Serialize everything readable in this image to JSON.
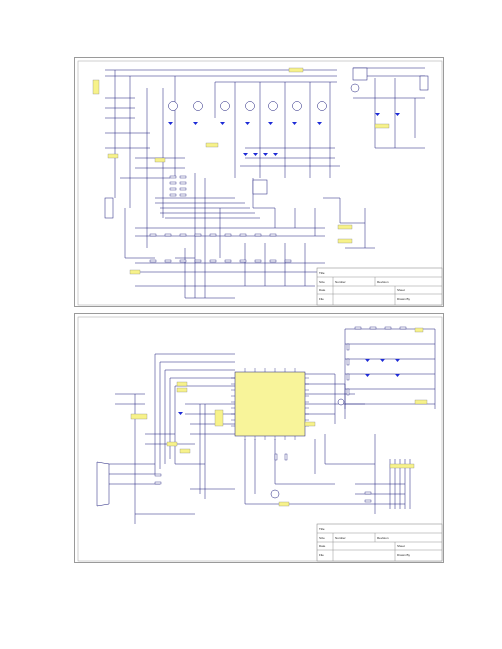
{
  "sheets": [
    {
      "title_block": {
        "title_label": "Title",
        "title_value": "",
        "size_label": "Size",
        "number_label": "Number",
        "revision_label": "Revision",
        "date_label": "Date",
        "file_label": "File",
        "sheet_label": "Sheet",
        "drawn_label": "Drawn By"
      }
    },
    {
      "title_block": {
        "title_label": "Title",
        "title_value": "",
        "size_label": "Size",
        "number_label": "Number",
        "revision_label": "Revision",
        "date_label": "Date",
        "file_label": "File",
        "sheet_label": "Sheet",
        "drawn_label": "Drawn By"
      }
    }
  ],
  "colors": {
    "wire": "#1a1a7a",
    "border": "#9a9a9a",
    "label_fill": "#f7f28a",
    "ic_fill": "#f8f49a",
    "diode": "#1d2bd6"
  },
  "icon_names": [
    "transistor-icon",
    "diode-icon",
    "resistor-icon",
    "connector-icon",
    "ground-icon",
    "capacitor-icon"
  ]
}
